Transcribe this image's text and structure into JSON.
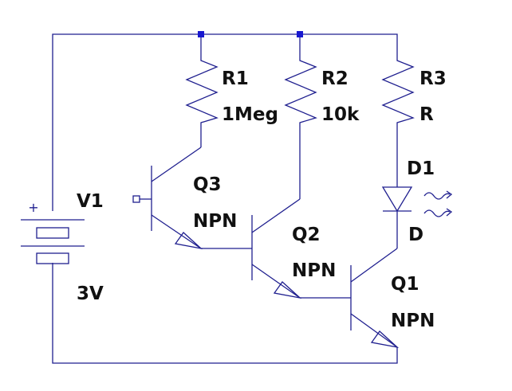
{
  "schematic": {
    "v1": {
      "name": "V1",
      "value": "3V"
    },
    "r1": {
      "name": "R1",
      "value": "1Meg"
    },
    "r2": {
      "name": "R2",
      "value": "10k"
    },
    "r3": {
      "name": "R3",
      "value": "R"
    },
    "d1": {
      "name": "D1",
      "value": "D"
    },
    "q1": {
      "name": "Q1",
      "model": "NPN"
    },
    "q2": {
      "name": "Q2",
      "model": "NPN"
    },
    "q3": {
      "name": "Q3",
      "model": "NPN"
    }
  }
}
